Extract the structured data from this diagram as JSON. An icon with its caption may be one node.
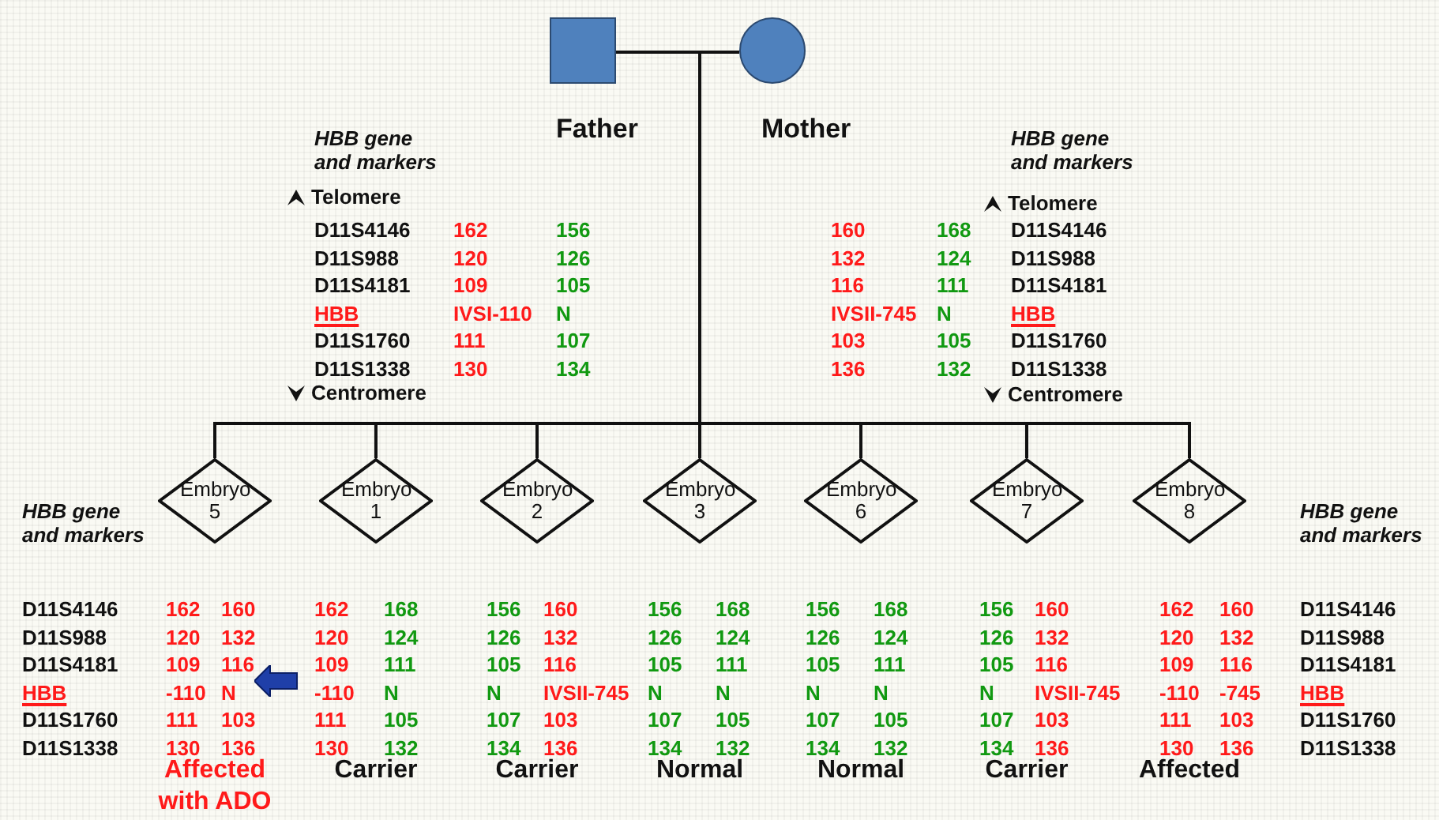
{
  "diagram": {
    "nodes": [
      {
        "text": [
          "Father"
        ]
      },
      {
        "text": [
          "Mother"
        ]
      },
      {
        "text": [
          "Embryo 5"
        ],
        "beside": [
          "162",
          "160",
          "120",
          "132",
          "109",
          "116",
          "-110",
          "N",
          "111",
          "103",
          "130",
          "136",
          "Affected with ADO"
        ]
      },
      {
        "text": [
          "Embryo 1"
        ],
        "beside": [
          "162",
          "168",
          "120",
          "124",
          "109",
          "111",
          "-110",
          "N",
          "111",
          "105",
          "130",
          "132",
          "Carrier"
        ]
      },
      {
        "text": [
          "Embryo 2"
        ],
        "beside": [
          "156",
          "160",
          "126",
          "132",
          "105",
          "116",
          "N",
          "IVSII-745",
          "107",
          "103",
          "134",
          "136",
          "Carrier"
        ]
      },
      {
        "text": [
          "Embryo 3"
        ],
        "beside": [
          "156",
          "168",
          "126",
          "124",
          "105",
          "111",
          "N",
          "N",
          "107",
          "105",
          "134",
          "132",
          "Normal"
        ]
      },
      {
        "text": [
          "Embryo 6"
        ],
        "beside": [
          "156",
          "168",
          "126",
          "124",
          "105",
          "111",
          "N",
          "N",
          "107",
          "105",
          "134",
          "132",
          "Normal"
        ]
      },
      {
        "text": [
          "Embryo 7"
        ],
        "beside": [
          "156",
          "160",
          "126",
          "132",
          "105",
          "116",
          "N",
          "IVSII-745",
          "107",
          "103",
          "134",
          "136",
          "Carrier"
        ]
      },
      {
        "text": [
          "Embryo 8"
        ],
        "beside": [
          "162",
          "160",
          "120",
          "132",
          "109",
          "116",
          "-110",
          "-745",
          "111",
          "103",
          "130",
          "136",
          "Affected"
        ]
      }
    ],
    "edges": [
      {
        "from": 0,
        "to": 1,
        "arrow": "none"
      },
      {
        "from": 0,
        "to": 2,
        "arrow": "none"
      },
      {
        "from": 0,
        "to": 3,
        "arrow": "none"
      },
      {
        "from": 0,
        "to": 4,
        "arrow": "none"
      },
      {
        "from": 0,
        "to": 5,
        "arrow": "none"
      },
      {
        "from": 0,
        "to": 6,
        "arrow": "none"
      },
      {
        "from": 0,
        "to": 7,
        "arrow": "none"
      },
      {
        "from": 0,
        "to": 8,
        "arrow": "none"
      },
      {
        "from": 1,
        "to": 2,
        "arrow": "none"
      },
      {
        "from": 1,
        "to": 3,
        "arrow": "none"
      },
      {
        "from": 1,
        "to": 4,
        "arrow": "none"
      },
      {
        "from": 1,
        "to": 5,
        "arrow": "none"
      },
      {
        "from": 1,
        "to": 6,
        "arrow": "none"
      },
      {
        "from": 1,
        "to": 7,
        "arrow": "none"
      },
      {
        "from": 1,
        "to": 8,
        "arrow": "none"
      }
    ],
    "labels": [
      "HBB gene and markers",
      "Telomere",
      "D11S4146",
      "162",
      "156",
      "D11S988",
      "120",
      "126",
      "D11S4181",
      "109",
      "105",
      "HBB",
      "IVSI-110",
      "N",
      "D11S1760",
      "111",
      "107",
      "D11S1338",
      "130",
      "134",
      "Centromere",
      "HBB gene and markers",
      "Telomere",
      "160",
      "168",
      "D11S4146",
      "132",
      "124",
      "D11S988",
      "116",
      "111",
      "D11S4181",
      "IVSII-745",
      "N",
      "HBB",
      "103",
      "105",
      "D11S1760",
      "136",
      "132",
      "D11S1338",
      "Centromere",
      "HBB gene and markers",
      "D11S4146",
      "D11S988",
      "D11S4181",
      "HBB",
      "D11S1760",
      "D11S1338",
      "HBB gene and markers",
      "D11S4146",
      "D11S988",
      "D11S4181",
      "HBB",
      "D11S1760",
      "D11S1338"
    ]
  }
}
